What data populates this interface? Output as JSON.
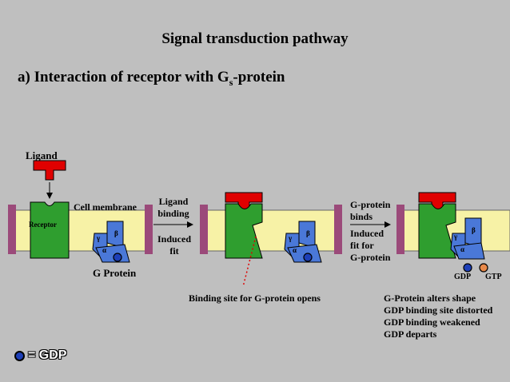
{
  "title": "Signal  transduction  pathway",
  "subtitle": {
    "prefix": "a) Interaction of receptor with G",
    "subscript": "s",
    "suffix": "-protein"
  },
  "labels": {
    "ligand": "Ligand",
    "cell_membrane": "Cell membrane",
    "receptor": "Receptor",
    "g_protein": "G Protein",
    "ligand_binding_1": "Ligand",
    "ligand_binding_2": "binding",
    "induced_fit_1": "Induced",
    "induced_fit_2": "fit",
    "gprotein_binds_1": "G-protein",
    "gprotein_binds_2": "binds",
    "induced_for_1": "Induced",
    "induced_for_2": "fit for",
    "induced_for_3": "G-protein",
    "binding_site": "Binding site for G-protein opens",
    "gdp": "GDP",
    "gtp": "GTP",
    "gamma": "γ",
    "beta": "β",
    "alpha": "α"
  },
  "notes": [
    "G-Protein alters shape",
    "GDP binding site distorted",
    "GDP binding weakened",
    "GDP departs"
  ],
  "legend": {
    "text": "= GDP"
  },
  "colors": {
    "background": "#bfbfbf",
    "membrane": "#f7f2a6",
    "membrane_end": "#9b4a7a",
    "receptor": "#2f9e2f",
    "ligand": "#e00000",
    "gprotein": "#4a78d8",
    "gdp": "#1d3fb8",
    "gtp": "#e8894a"
  }
}
